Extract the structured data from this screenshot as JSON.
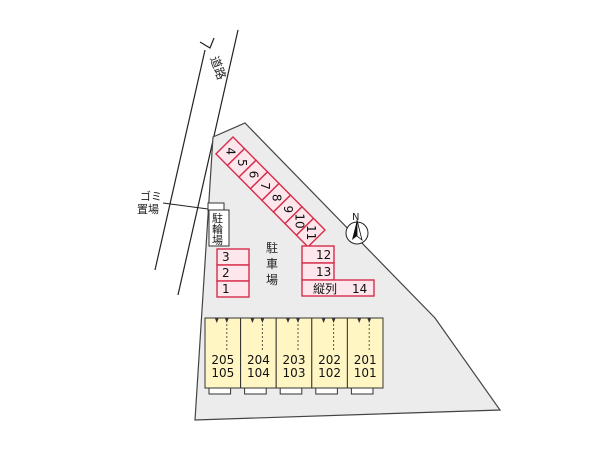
{
  "road": {
    "label": "道路"
  },
  "garbage": {
    "label_line1": "ゴミ",
    "label_line2": "置場"
  },
  "bicycle": {
    "label_line1": "駐",
    "label_line2": "輪",
    "label_line3": "場"
  },
  "parking": {
    "label_line1": "駐",
    "label_line2": "車",
    "label_line3": "場"
  },
  "diagonal_slots": [
    "4",
    "5",
    "6",
    "7",
    "8",
    "9",
    "10",
    "11"
  ],
  "left_slots": [
    "3",
    "2",
    "1"
  ],
  "right_slots": [
    "12",
    "13"
  ],
  "slot_14": {
    "prefix": "縦列",
    "number": "14"
  },
  "compass": {
    "label": "N"
  },
  "units": [
    {
      "upper": "205",
      "lower": "105"
    },
    {
      "upper": "204",
      "lower": "104"
    },
    {
      "upper": "203",
      "lower": "103"
    },
    {
      "upper": "202",
      "lower": "102"
    },
    {
      "upper": "201",
      "lower": "101"
    }
  ]
}
